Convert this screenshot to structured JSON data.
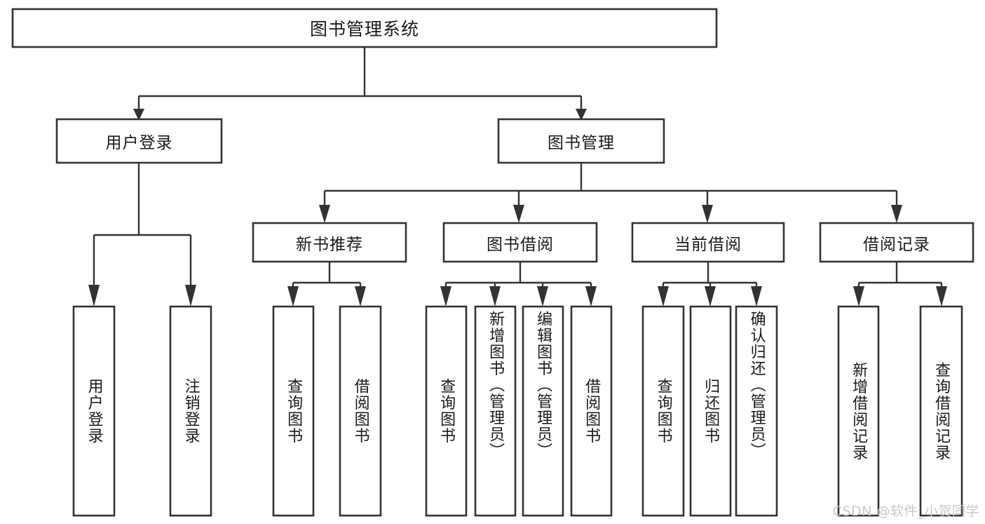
{
  "diagram": {
    "type": "tree",
    "title": "图书管理系统",
    "orientation": "top-down",
    "watermark": "CSDN @软件_小贺同学",
    "colors": {
      "box_stroke": "#333333",
      "box_fill": "#ffffff",
      "text": "#1a1a1a",
      "connector": "#333333",
      "background": "#ffffff",
      "watermark": "#c9c9c9"
    }
  },
  "nodes": {
    "root": {
      "label": "图书管理系统",
      "level": 0,
      "orientation": "horizontal"
    },
    "level1": [
      {
        "id": "user-login",
        "label": "用户登录",
        "orientation": "horizontal"
      },
      {
        "id": "book-management",
        "label": "图书管理",
        "orientation": "horizontal"
      }
    ],
    "level2": [
      {
        "id": "new-book-recommend",
        "label": "新书推荐",
        "parent": "book-management",
        "orientation": "horizontal"
      },
      {
        "id": "book-borrow",
        "label": "图书借阅",
        "parent": "book-management",
        "orientation": "horizontal"
      },
      {
        "id": "current-borrow",
        "label": "当前借阅",
        "parent": "book-management",
        "orientation": "horizontal"
      },
      {
        "id": "borrow-record",
        "label": "借阅记录",
        "parent": "book-management",
        "orientation": "horizontal"
      }
    ],
    "leaves": [
      {
        "id": "leaf-user-login",
        "label": "用户登录",
        "parent": "user-login",
        "orientation": "vertical"
      },
      {
        "id": "leaf-logout-login",
        "label": "注销登录",
        "parent": "user-login",
        "orientation": "vertical"
      },
      {
        "id": "leaf-query-book-recommend",
        "label": "查询图书",
        "parent": "new-book-recommend",
        "orientation": "vertical"
      },
      {
        "id": "leaf-borrow-book-recommend",
        "label": "借阅图书",
        "parent": "new-book-recommend",
        "orientation": "vertical"
      },
      {
        "id": "leaf-query-book-borrow",
        "label": "查询图书",
        "parent": "book-borrow",
        "orientation": "vertical"
      },
      {
        "id": "leaf-add-book-admin",
        "label": "新增图书（管理员）",
        "parent": "book-borrow",
        "orientation": "vertical"
      },
      {
        "id": "leaf-edit-book-admin",
        "label": "编辑图书（管理员）",
        "parent": "book-borrow",
        "orientation": "vertical"
      },
      {
        "id": "leaf-borrow-book",
        "label": "借阅图书",
        "parent": "book-borrow",
        "orientation": "vertical"
      },
      {
        "id": "leaf-query-book-current",
        "label": "查询图书",
        "parent": "current-borrow",
        "orientation": "vertical"
      },
      {
        "id": "leaf-return-book",
        "label": "归还图书",
        "parent": "current-borrow",
        "orientation": "vertical"
      },
      {
        "id": "leaf-confirm-return-admin",
        "label": "确认归还（管理员）",
        "parent": "current-borrow",
        "orientation": "vertical"
      },
      {
        "id": "leaf-add-borrow-record",
        "label": "新增借阅记录",
        "parent": "borrow-record",
        "orientation": "vertical"
      },
      {
        "id": "leaf-query-borrow-record",
        "label": "查询借阅记录",
        "parent": "borrow-record",
        "orientation": "vertical"
      }
    ]
  }
}
